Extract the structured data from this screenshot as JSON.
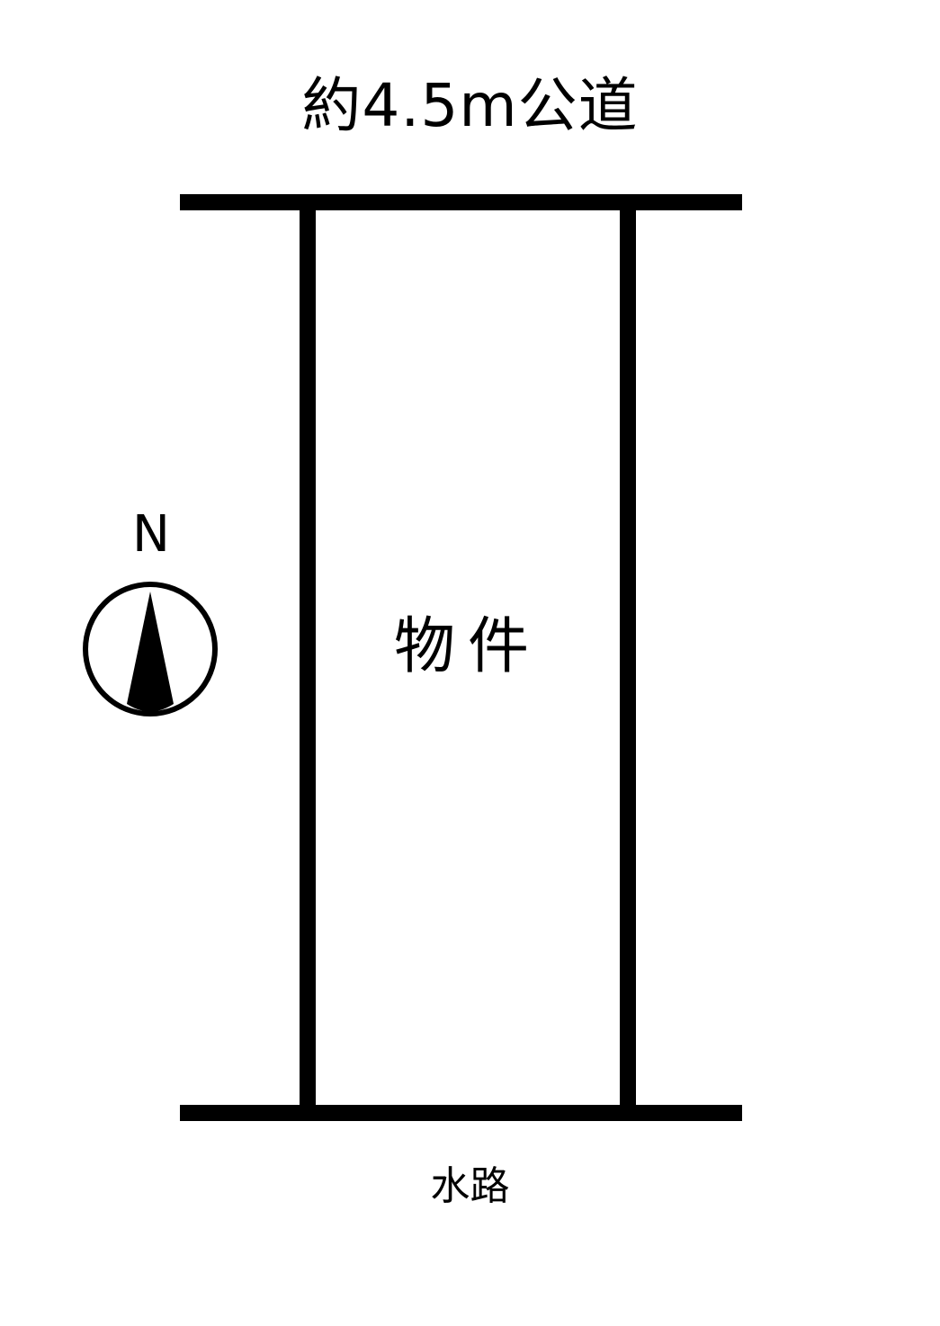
{
  "road_label": "約4.5m公道",
  "property_label": "物件",
  "waterway_label": "水路",
  "compass": {
    "icon": "north-arrow-icon",
    "north_label": "N"
  },
  "colors": {
    "line": "#000000",
    "background": "#ffffff"
  }
}
